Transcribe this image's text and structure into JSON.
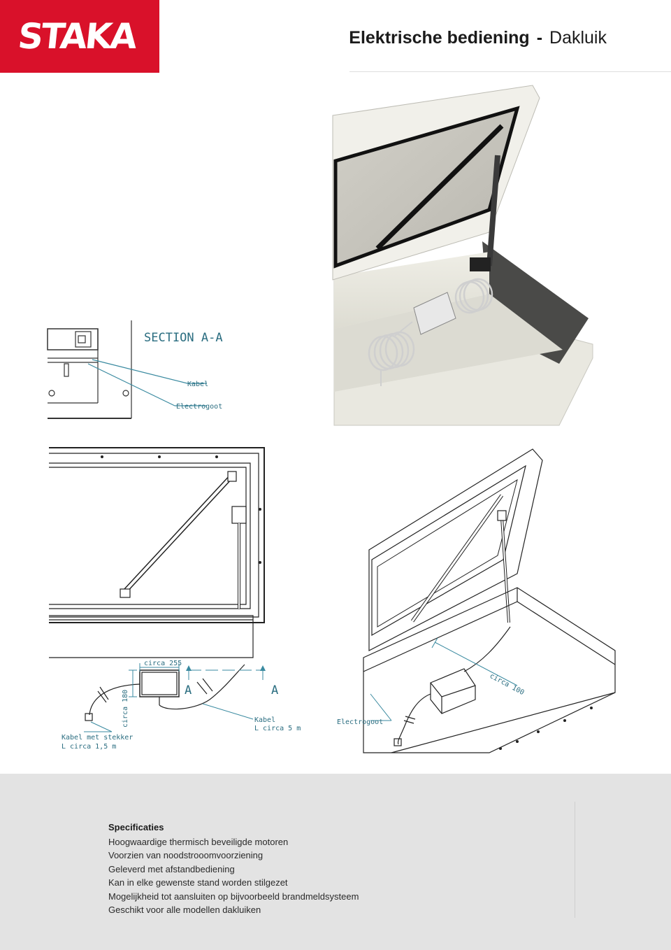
{
  "header": {
    "logo_text": "STAKA",
    "title_main": "Elektrische bediening",
    "title_separator": "-",
    "title_sub": "Dakluik",
    "brand_color": "#d9112a"
  },
  "section_drawing": {
    "title": "SECTION A-A",
    "label_cable": "Kabel",
    "label_electrogoot": "Electrogoot"
  },
  "plan_drawing": {
    "dim_width": "circa 255",
    "dim_height": "circa 180",
    "section_marker_left": "A",
    "section_marker_right": "A",
    "label_plug_cable_line1": "Kabel met stekker",
    "label_plug_cable_line2": "L circa 1,5 m",
    "label_cable_line1": "Kabel",
    "label_cable_line2": "L circa 5 m"
  },
  "iso_drawing": {
    "label_electrogoot": "Electrogoot",
    "dim_depth": "circa 100"
  },
  "specs": {
    "heading": "Specificaties",
    "items": [
      "Hoogwaardige thermisch beveiligde motoren",
      "Voorzien van noodstrooomvoorziening",
      "Geleverd met afstandbediening",
      "Kan in elke gewenste stand worden stilgezet",
      "Mogelijkheid tot aansluiten op bijvoorbeeld brandmeldsysteem",
      "Geschikt voor alle modellen dakluiken"
    ]
  }
}
